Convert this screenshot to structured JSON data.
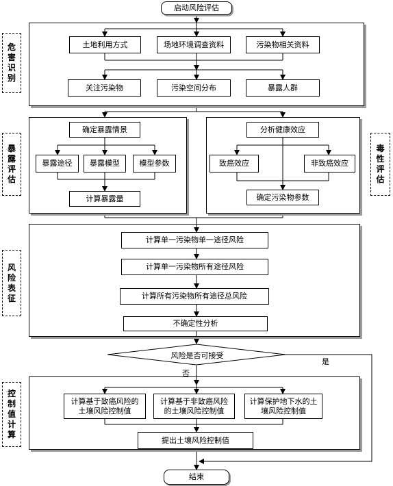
{
  "start": "启动风险评估",
  "end": "结束",
  "side_labels": {
    "hazard": "危害识别",
    "exposure": "暴露评估",
    "toxicity": "毒性评估",
    "risk": "风险表征",
    "control": "控制值计算"
  },
  "hazard": {
    "top": [
      "土地利用方式",
      "场地环境调查资料",
      "污染物相关资料"
    ],
    "bottom": [
      "关注污染物",
      "污染空间分布",
      "暴露人群"
    ]
  },
  "exposure": {
    "scenario": "确定暴露情景",
    "items": [
      "暴露途径",
      "暴露模型",
      "模型参数"
    ],
    "calc": "计算暴露量"
  },
  "toxicity": {
    "analysis": "分析健康效应",
    "items": [
      "致癌效应",
      "非致癌效应"
    ],
    "params": "确定污染物参数"
  },
  "risk": {
    "steps": [
      "计算单一污染物单一途径风险",
      "计算单一污染物所有途径风险",
      "计算所有污染物所有途径总风险",
      "不确定性分析"
    ]
  },
  "decision": {
    "question": "风险是否可接受",
    "yes": "是",
    "no": "否"
  },
  "control": {
    "items": [
      "计算基于致癌风险的土壤风险控制值",
      "计算基于非致癌风险的土壤风险控制值",
      "计算保护地下水的土壤风险控制值"
    ],
    "result": "提出土壤风险控制值"
  }
}
